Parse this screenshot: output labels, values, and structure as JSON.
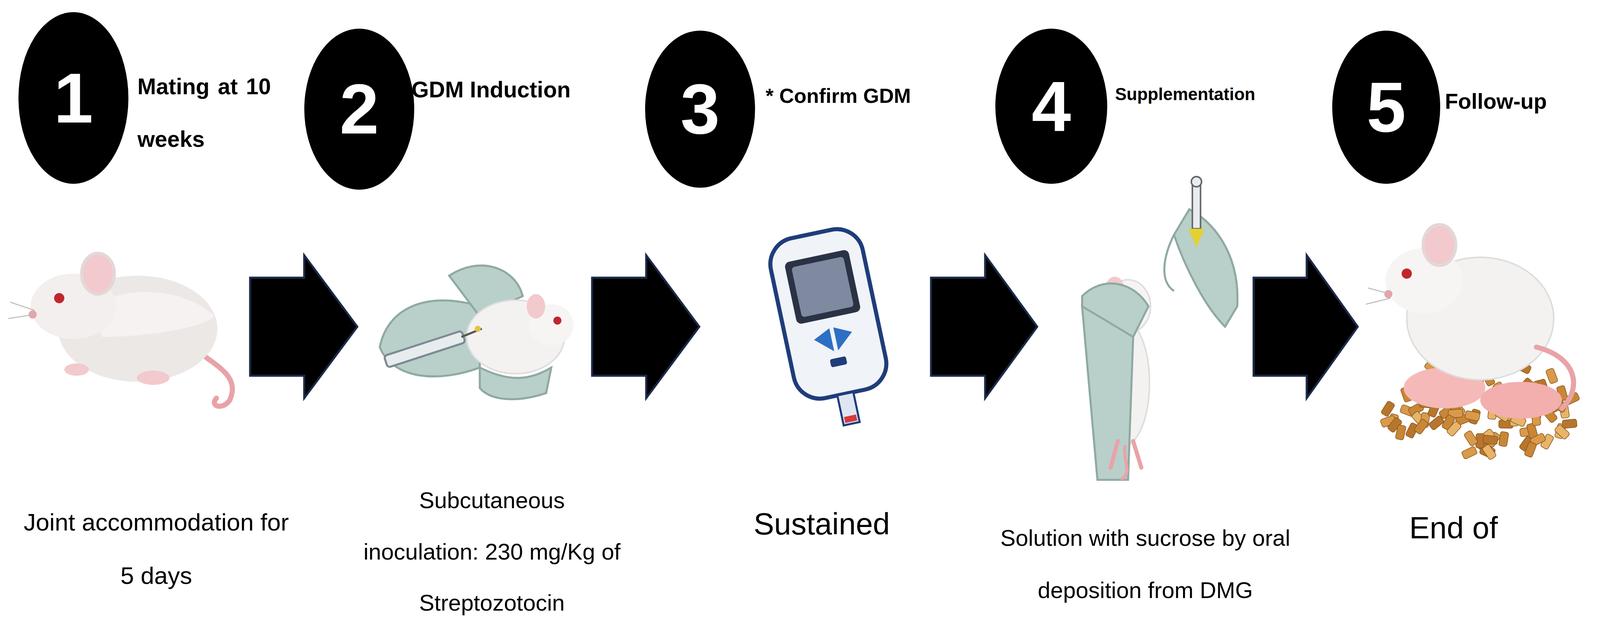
{
  "diagram": {
    "nodes": [
      {
        "text": [
          "1",
          "Mating at 10 weeks"
        ]
      },
      {
        "text": [
          "2",
          "GDM Induction"
        ]
      },
      {
        "text": [
          "3",
          "* Confirm GDM"
        ]
      },
      {
        "text": [
          "4",
          "Supplementation"
        ]
      },
      {
        "text": [
          "5",
          "Follow-up"
        ]
      }
    ],
    "labels": [
      "Joint accommodation for 5 days",
      "Subcutaneous inoculation: 230 mg/Kg of Streptozotocin",
      "Sustained",
      "Solution with sucrose by oral deposition from DMG",
      "End of"
    ]
  }
}
